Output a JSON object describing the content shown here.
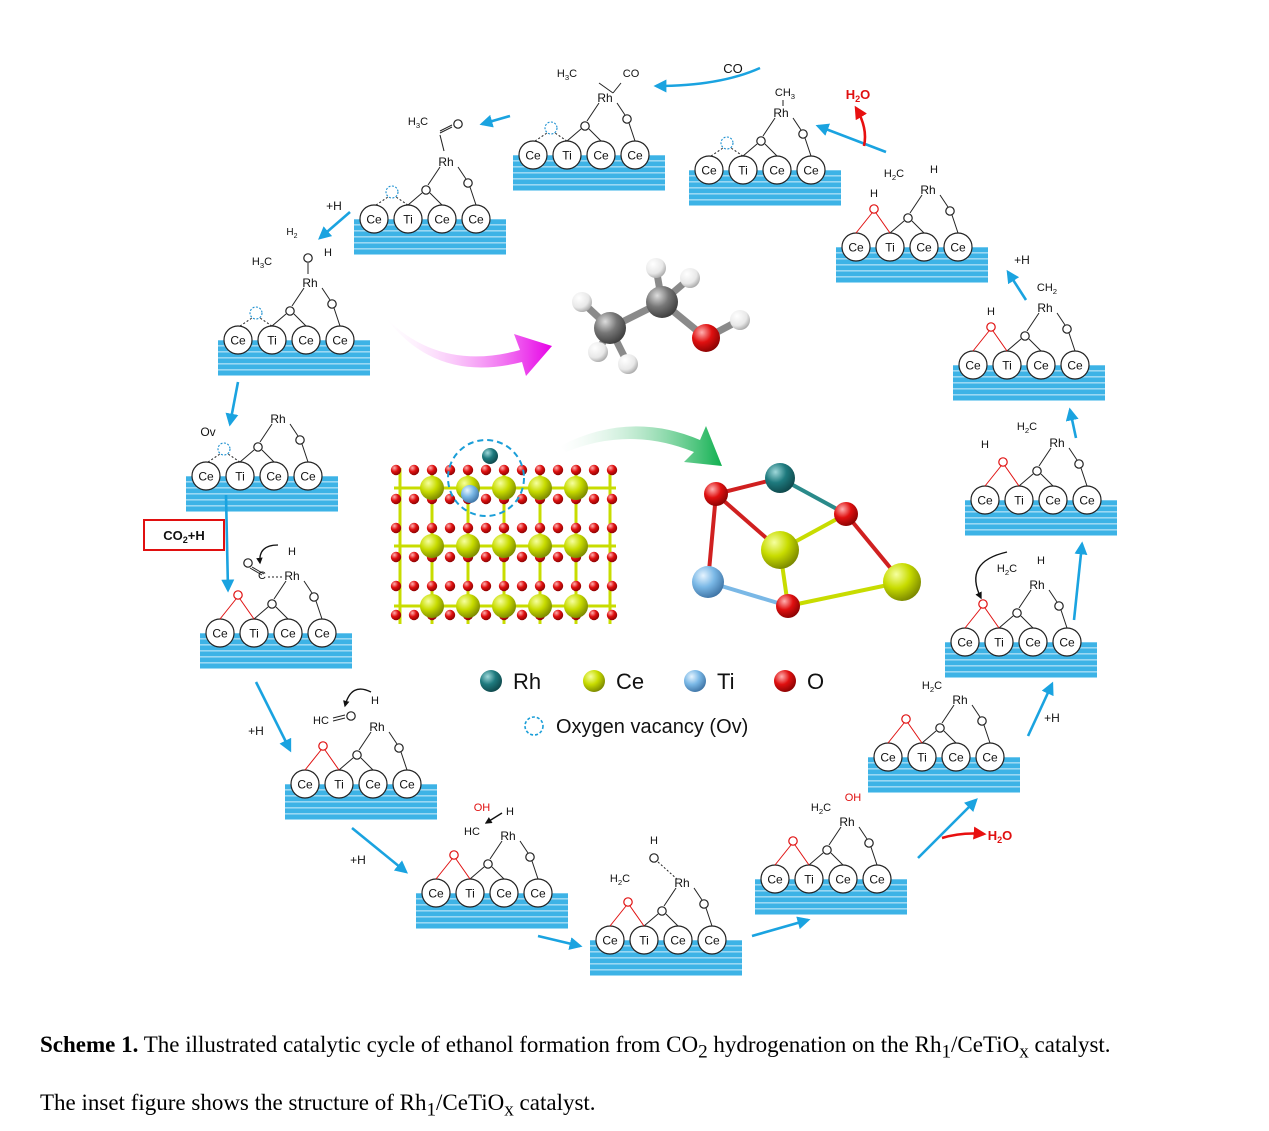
{
  "labels": {
    "ce": "Ce",
    "ti": "Ti",
    "rh": "Rh",
    "o": "O",
    "h": "H",
    "oh": "OH",
    "h2": "H",
    "h3c": "H",
    "co": "CO",
    "ch2": "CH",
    "ch3": "CH",
    "c": "C",
    "hc": "HC",
    "plus_h": "+H",
    "co2_h": "CO",
    "co2_h_tail": "+H",
    "h2o": "H",
    "h2o_tail": "O",
    "ov": "Ov",
    "sub_2": "2",
    "sub_3": "3"
  },
  "legend": {
    "rh": "Rh",
    "ce": "Ce",
    "ti": "Ti",
    "o": "O",
    "ov": "Oxygen vacancy (Ov)"
  },
  "caption": {
    "label": "Scheme 1.",
    "line1_a": " The illustrated catalytic cycle of ethanol formation from CO",
    "line1_sub": "2",
    "line1_b": " hydrogenation on the Rh",
    "line1_sub2": "1",
    "line1_c": "/CeTiO",
    "line1_sub3": "x",
    "line1_d": " catalyst.",
    "line2_a": "The inset figure shows the structure of Rh",
    "line2_sub": "1",
    "line2_b": "/CeTiO",
    "line2_sub2": "x",
    "line2_c": " catalyst."
  },
  "colors": {
    "rh": "#1e7a7e",
    "ce": "#c8dc00",
    "ti": "#7ab8e6",
    "o": "#e01010",
    "arrow": "#1aa3e0",
    "water_arrow": "#e81010",
    "slab": "#3db3e6",
    "highlight_box": "#e01010"
  }
}
